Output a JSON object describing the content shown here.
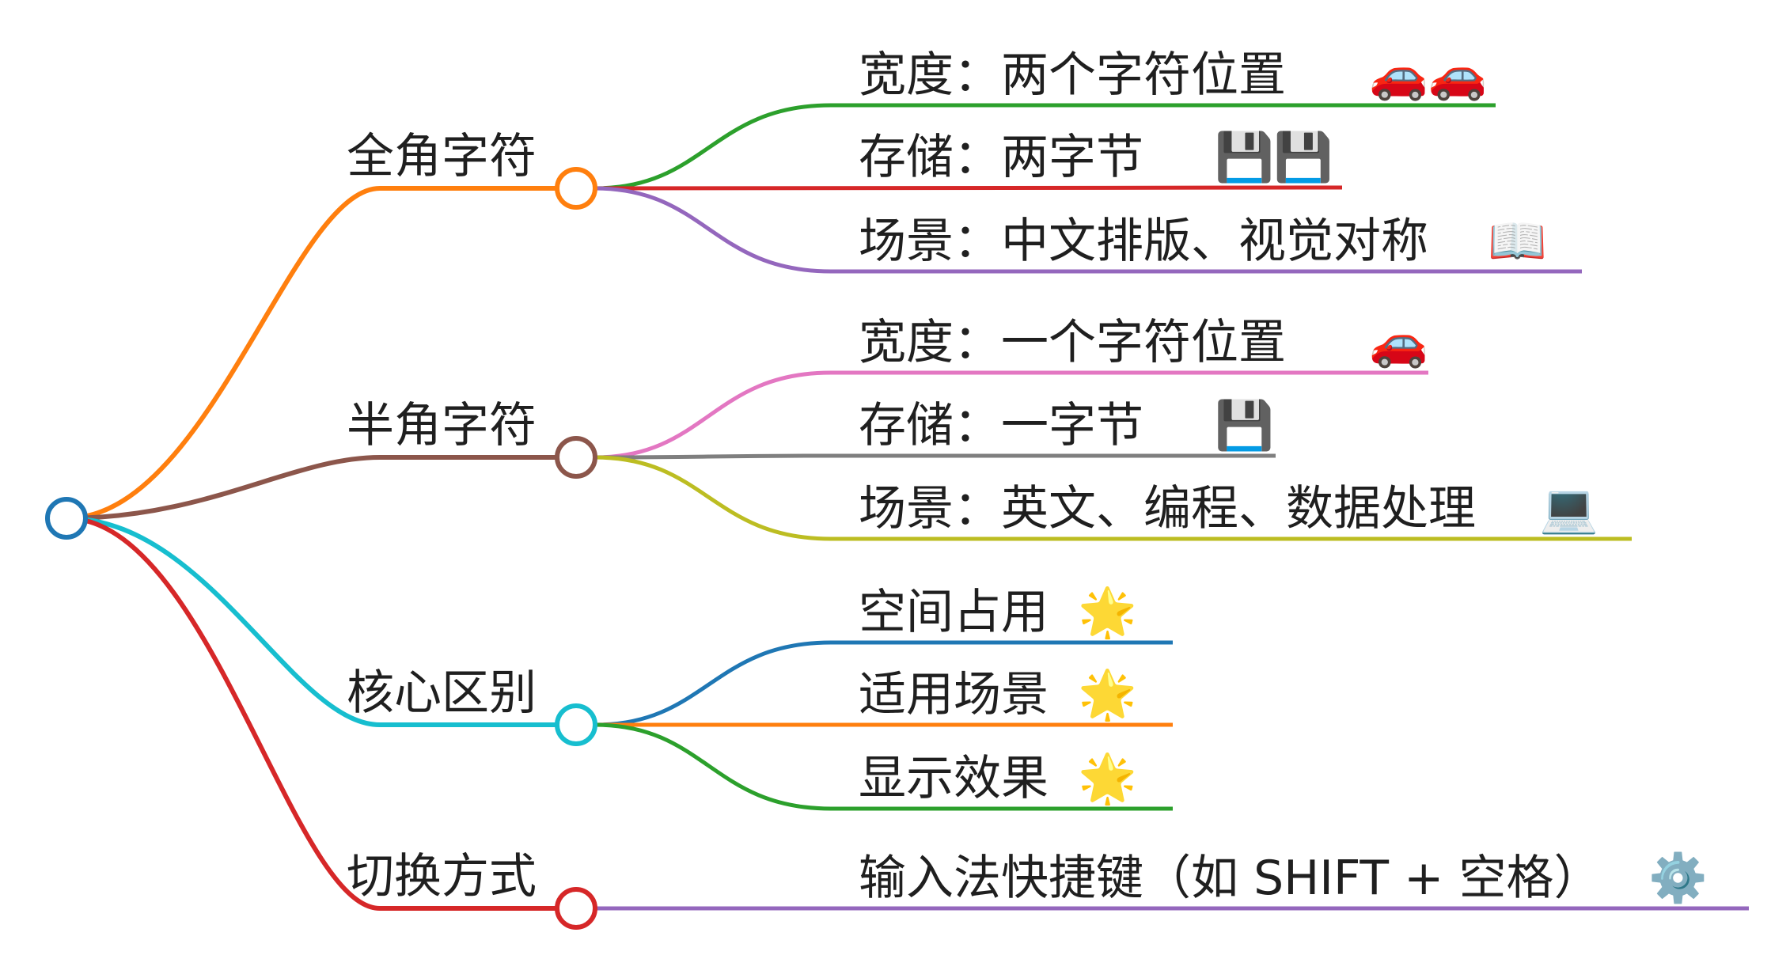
{
  "branches": [
    {
      "label": "全角字符",
      "color": "#ff7f0e",
      "children": [
        {
          "text": "宽度：两个字符位置",
          "emoji": "🚗🚗",
          "emoji_names": [
            "car-icon",
            "car-icon"
          ],
          "color": "#2ca02c"
        },
        {
          "text": "存储：两字节",
          "emoji": "💾💾",
          "emoji_names": [
            "floppy-disk-icon",
            "floppy-disk-icon"
          ],
          "color": "#d62728"
        },
        {
          "text": "场景：中文排版、视觉对称",
          "emoji": "📖",
          "emoji_names": [
            "open-book-icon"
          ],
          "color": "#9467bd"
        }
      ]
    },
    {
      "label": "半角字符",
      "color": "#8c564b",
      "children": [
        {
          "text": "宽度：一个字符位置",
          "emoji": "🚗",
          "emoji_names": [
            "car-icon"
          ],
          "color": "#e377c2"
        },
        {
          "text": "存储：一字节",
          "emoji": "💾",
          "emoji_names": [
            "floppy-disk-icon"
          ],
          "color": "#7f7f7f"
        },
        {
          "text": "场景：英文、编程、数据处理",
          "emoji": "💻",
          "emoji_names": [
            "laptop-icon"
          ],
          "color": "#bcbd22"
        }
      ]
    },
    {
      "label": "核心区别",
      "color": "#17becf",
      "children": [
        {
          "text": "空间占用",
          "emoji": "🌟",
          "emoji_names": [
            "star-icon"
          ],
          "color": "#1f77b4"
        },
        {
          "text": "适用场景",
          "emoji": "🌟",
          "emoji_names": [
            "star-icon"
          ],
          "color": "#ff7f0e"
        },
        {
          "text": "显示效果",
          "emoji": "🌟",
          "emoji_names": [
            "star-icon"
          ],
          "color": "#2ca02c"
        }
      ]
    },
    {
      "label": "切换方式",
      "color": "#d62728",
      "children": [
        {
          "text": "输入法快捷键（如 SHIFT + 空格）",
          "emoji": "⚙️",
          "emoji_names": [
            "gear-icon"
          ],
          "color": "#9467bd"
        }
      ]
    }
  ],
  "root": {
    "color": "#1f77b4"
  }
}
